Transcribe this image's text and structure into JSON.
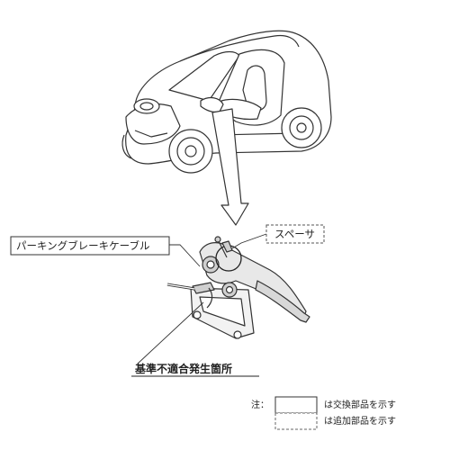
{
  "labels": {
    "parking_brake_cable": "パーキングブレーキケーブル",
    "spacer": "スペーサ",
    "nonconformity_location": "基準不適合発生箇所"
  },
  "legend": {
    "note_prefix": "注：",
    "replacement_text": "は交換部品を示す",
    "addition_text": "は追加部品を示す"
  }
}
